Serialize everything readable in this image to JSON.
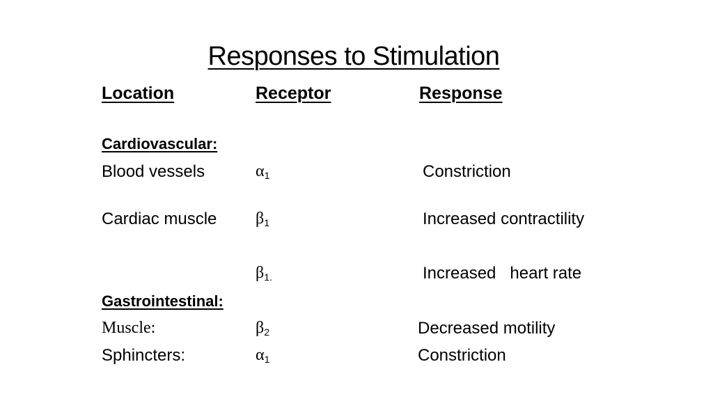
{
  "title": "Responses to Stimulation",
  "headers": {
    "location": "Location",
    "receptor": "Receptor",
    "response": "Response"
  },
  "sections": {
    "cardiovascular": "Cardiovascular:",
    "gastrointestinal": "Gastrointestinal:"
  },
  "rows": [
    {
      "location": "Blood vessels",
      "receptor_symbol": "α",
      "receptor_sub": "1",
      "response": "Constriction"
    },
    {
      "location": "Cardiac muscle",
      "receptor_symbol": "β",
      "receptor_sub": "1",
      "response": "Increased contractility"
    },
    {
      "location": "",
      "receptor_symbol": "β",
      "receptor_sub": "1.",
      "response": "Increased   heart rate"
    },
    {
      "location": "Muscle:",
      "receptor_symbol": "β",
      "receptor_sub": "2",
      "response": "Decreased motility"
    },
    {
      "location": "Sphincters:",
      "receptor_symbol": "α",
      "receptor_sub": "1",
      "response": "Constriction"
    }
  ]
}
